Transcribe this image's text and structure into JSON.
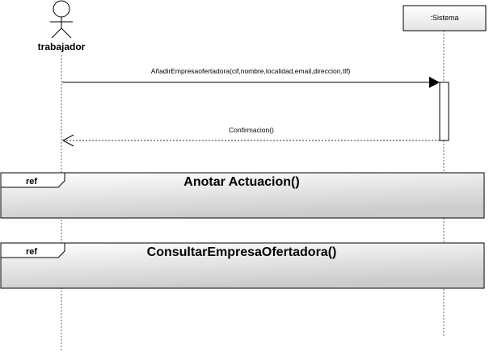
{
  "actor": {
    "name": "trabajador"
  },
  "system": {
    "name": ":Sistema"
  },
  "messages": [
    {
      "label": "AñadirEmpresaofertadora(cif,nombre,localidad,email,direccion,tlf)",
      "kind": "synchronous-call"
    },
    {
      "label": "Confirmacion()",
      "kind": "return"
    }
  ],
  "refs": [
    {
      "tag": "ref",
      "title": "Anotar Actuacion()"
    },
    {
      "tag": "ref",
      "title": "ConsultarEmpresaOfertadora()"
    }
  ],
  "colors": {
    "frame_fill_top": "#ffffff",
    "frame_fill_bottom": "#cfcfcf",
    "stroke": "#000000",
    "lifeline": "#555555"
  }
}
